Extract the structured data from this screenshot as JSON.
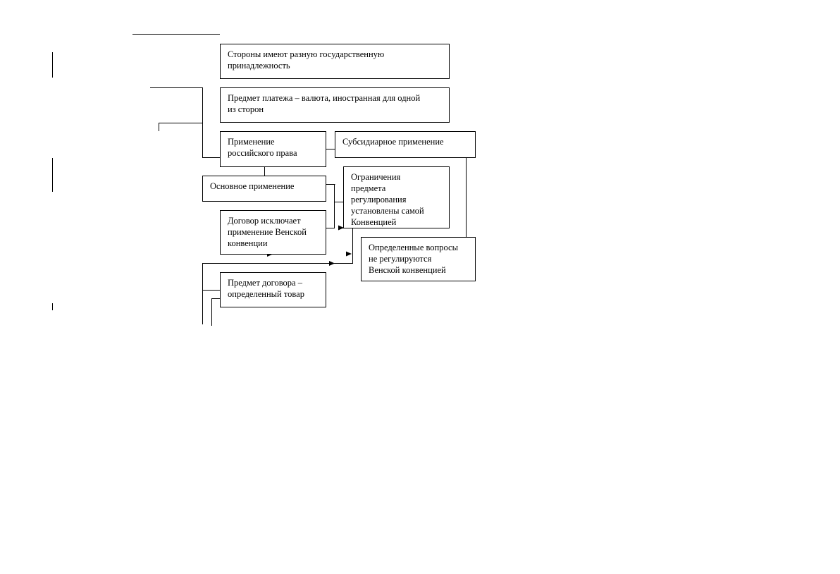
{
  "boxes": {
    "b1": "Стороны имеют разную государственную\nпринадлежность",
    "b2": "Предмет платежа – валюта, иностранная для одной\nиз сторон",
    "b3": "Применение\nроссийского права",
    "b4": "Субсидиарное применение",
    "b5": "Основное применение",
    "b6": "Ограничения\nпредмета\nрегулирования\nустановлены самой\nКонвенцией",
    "b7": "Договор исключает\nприменение Венской\nконвенции",
    "b8": "Определенные вопросы\nне регулируются\nВенской конвенцией",
    "b9": "Предмет договора –\nопределенный товар"
  },
  "colors": {
    "line": "#000000",
    "background": "#ffffff"
  }
}
